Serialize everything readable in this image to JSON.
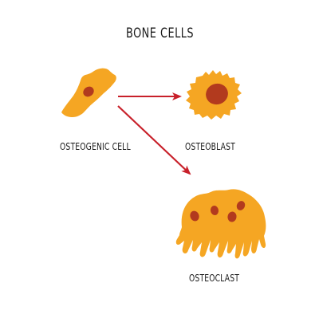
{
  "title": "BONE  CELLS",
  "cells": {
    "osteogenic": {
      "label": "OSTEOGENIC CELL"
    },
    "osteoblast": {
      "label": "OSTEOBLAST"
    },
    "osteoclast": {
      "label": "OSTEOCLAST"
    }
  },
  "colors": {
    "cell_body": "#f5a623",
    "nucleus": "#b23a1e",
    "arrow": "#c8202a",
    "text": "#1a1a1a"
  }
}
